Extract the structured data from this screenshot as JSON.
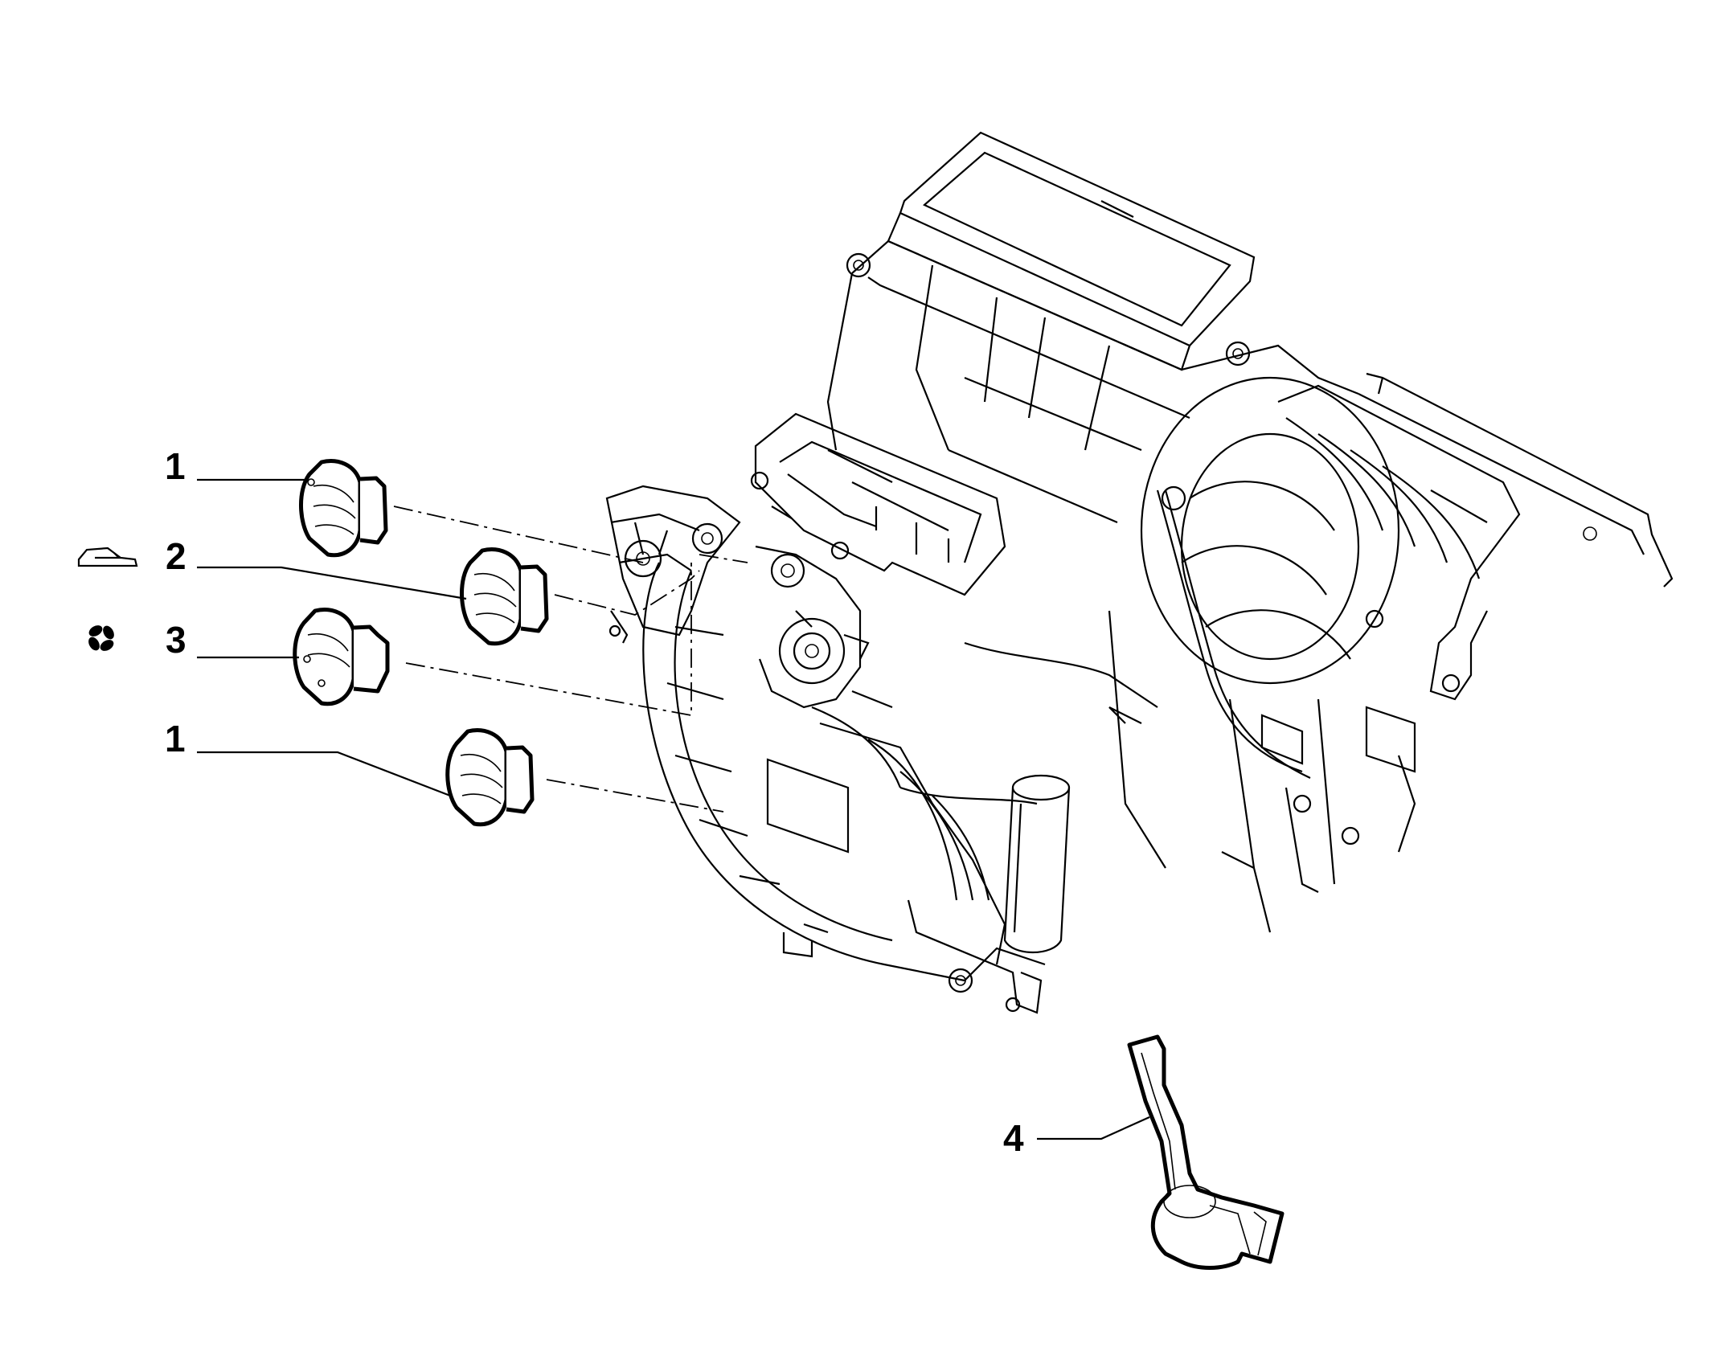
{
  "callouts": [
    {
      "id": "c1a",
      "label": "1"
    },
    {
      "id": "c2",
      "label": "2"
    },
    {
      "id": "c3",
      "label": "3"
    },
    {
      "id": "c1b",
      "label": "1"
    },
    {
      "id": "c4",
      "label": "4"
    }
  ],
  "symbols": {
    "recirculation": "car-recirculation-icon",
    "fan": "fan-icon"
  }
}
